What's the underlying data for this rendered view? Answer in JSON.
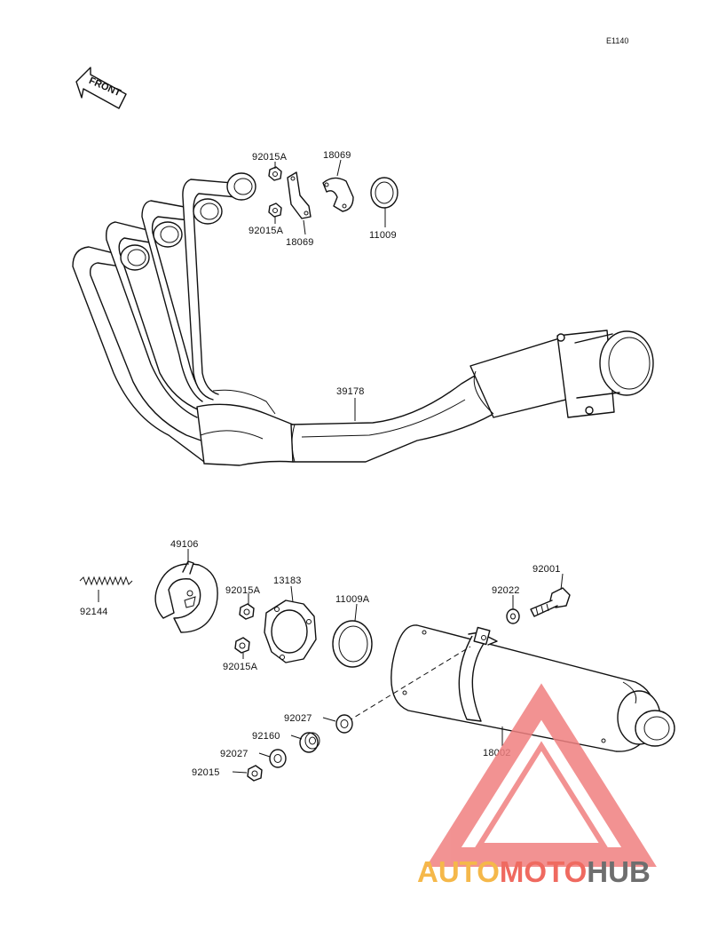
{
  "diagram_code": "E1140",
  "front_label": "FRONT",
  "labels": {
    "p92015A_1": "92015A",
    "p18069_1": "18069",
    "p92015A_2": "92015A",
    "p18069_2": "18069",
    "p11009": "11009",
    "p39178": "39178",
    "p49106": "49106",
    "p92144": "92144",
    "p92015A_3": "92015A",
    "p13183": "13183",
    "p92015A_4": "92015A",
    "p11009A": "11009A",
    "p92001": "92001",
    "p92022": "92022",
    "p92027_1": "92027",
    "p92160": "92160",
    "p92027_2": "92027",
    "p92015": "92015",
    "p18002": "18002"
  },
  "watermark": {
    "part1": "AUTO",
    "part2": "MOTO",
    "part3": "HUB",
    "color1": "#f5b84a",
    "color2": "#ef6a60",
    "color3": "#6e6e6e",
    "triangle_color": "#f08080"
  }
}
